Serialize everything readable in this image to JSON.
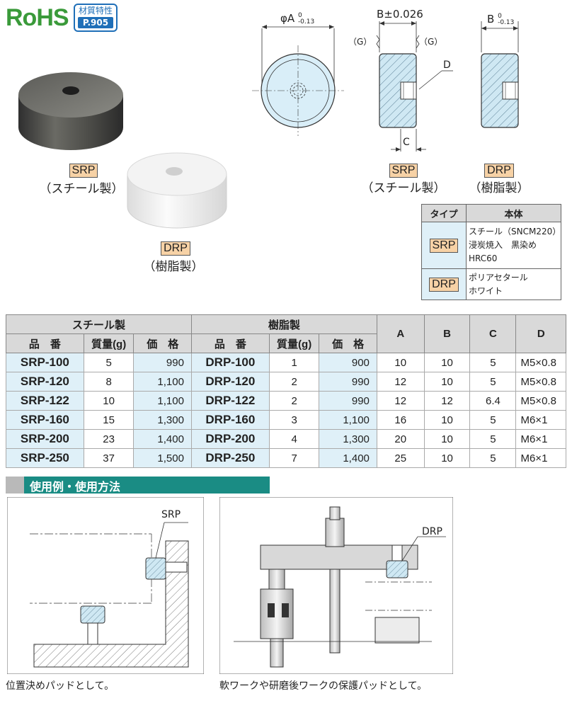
{
  "header": {
    "rohs": "RoHS",
    "material_badge_line1": "材質特性",
    "material_badge_line2": "P.905"
  },
  "products": {
    "srp_label": "SRP",
    "srp_caption": "（スチール製）",
    "drp_label": "DRP",
    "drp_caption": "（樹脂製）"
  },
  "drawing": {
    "dim_a": "φA",
    "dim_a_tol_upper": "0",
    "dim_a_tol_lower": "-0.13",
    "dim_b_srp": "B±0.026",
    "dim_b_drp": "B",
    "dim_b_drp_tol_upper": "0",
    "dim_b_drp_tol_lower": "-0.13",
    "g_left": "（G）",
    "g_right": "（G）",
    "d_label": "D",
    "c_label": "C",
    "srp_label": "SRP",
    "srp_caption": "（スチール製）",
    "drp_label": "DRP",
    "drp_caption": "（樹脂製）"
  },
  "type_table": {
    "headers": [
      "タイプ",
      "本体"
    ],
    "rows": [
      {
        "type": "SRP",
        "body": [
          "スチール（SNCM220）",
          "浸炭焼入　黒染め",
          "HRC60"
        ]
      },
      {
        "type": "DRP",
        "body": [
          "ポリアセタール",
          "ホワイト"
        ]
      }
    ]
  },
  "spec_table": {
    "group_steel": "スチール製",
    "group_resin": "樹脂製",
    "col_part": "品　番",
    "col_mass": "質量(g)",
    "col_price": "価　格",
    "col_a": "A",
    "col_b": "B",
    "col_c": "C",
    "col_d": "D",
    "rows": [
      {
        "srp": "SRP-100",
        "srp_mass": "5",
        "srp_price": "990",
        "drp": "DRP-100",
        "drp_mass": "1",
        "drp_price": "900",
        "a": "10",
        "b": "10",
        "c": "5",
        "d": "M5×0.8"
      },
      {
        "srp": "SRP-120",
        "srp_mass": "8",
        "srp_price": "1,100",
        "drp": "DRP-120",
        "drp_mass": "2",
        "drp_price": "990",
        "a": "12",
        "b": "10",
        "c": "5",
        "d": "M5×0.8"
      },
      {
        "srp": "SRP-122",
        "srp_mass": "10",
        "srp_price": "1,100",
        "drp": "DRP-122",
        "drp_mass": "2",
        "drp_price": "990",
        "a": "12",
        "b": "12",
        "c": "6.4",
        "d": "M5×0.8"
      },
      {
        "srp": "SRP-160",
        "srp_mass": "15",
        "srp_price": "1,300",
        "drp": "DRP-160",
        "drp_mass": "3",
        "drp_price": "1,100",
        "a": "16",
        "b": "10",
        "c": "5",
        "d": "M6×1"
      },
      {
        "srp": "SRP-200",
        "srp_mass": "23",
        "srp_price": "1,400",
        "drp": "DRP-200",
        "drp_mass": "4",
        "drp_price": "1,300",
        "a": "20",
        "b": "10",
        "c": "5",
        "d": "M6×1"
      },
      {
        "srp": "SRP-250",
        "srp_mass": "37",
        "srp_price": "1,500",
        "drp": "DRP-250",
        "drp_mass": "7",
        "drp_price": "1,400",
        "a": "25",
        "b": "10",
        "c": "5",
        "d": "M6×1"
      }
    ]
  },
  "usage": {
    "section_title": "使用例・使用方法",
    "left_callout": "SRP",
    "right_callout": "DRP",
    "left_caption": "位置決めパッドとして。",
    "right_caption": "軟ワークや研磨後ワークの保護パッドとして。"
  }
}
